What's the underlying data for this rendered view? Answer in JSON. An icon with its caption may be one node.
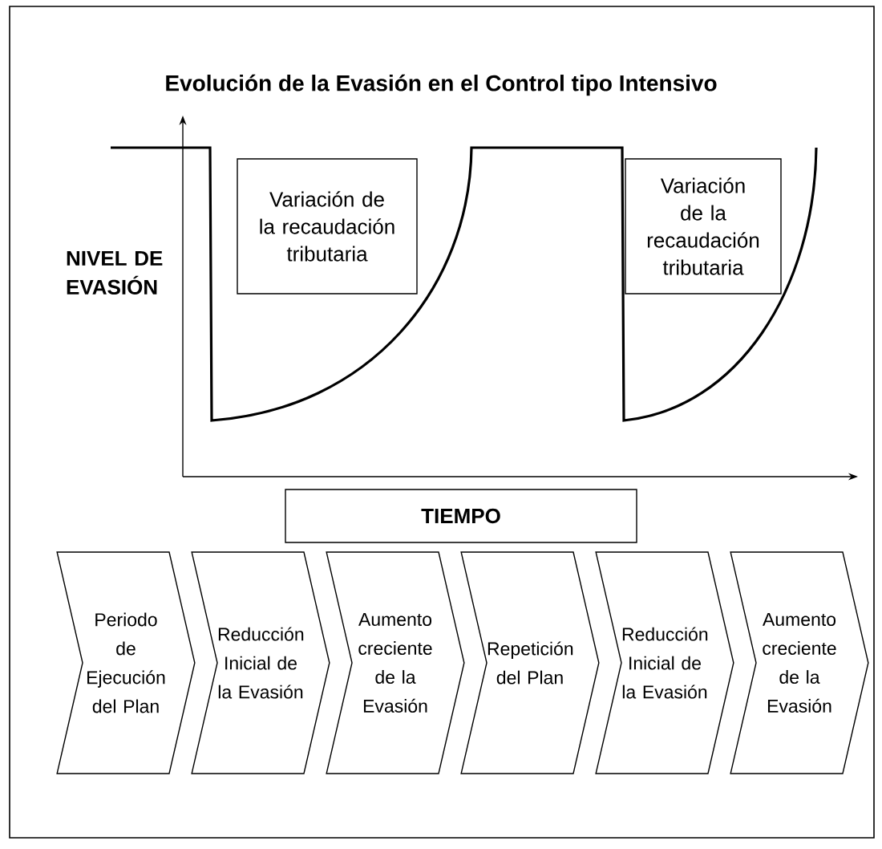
{
  "diagram": {
    "title": "Evolución de la Evasión en el Control tipo Intensivo",
    "nodes": [
      {
        "text": [
          "Variación de la recaudación tributaria"
        ]
      },
      {
        "text": [
          "Variación de la recaudación tributaria"
        ]
      },
      {
        "text": [
          "TIEMPO"
        ]
      },
      {
        "text": [
          "Periodo de Ejecución del Plan"
        ]
      },
      {
        "text": [
          "Reducción Inicial de la Evasión"
        ]
      },
      {
        "text": [
          "Aumento creciente de la Evasión"
        ]
      },
      {
        "text": [
          "Repetición del Plan"
        ]
      },
      {
        "text": [
          "Reducción Inicial de la Evasión"
        ]
      },
      {
        "text": [
          "Aumento creciente de la Evasión"
        ]
      }
    ],
    "labels": [
      "NIVEL DE EVASIÓN"
    ]
  }
}
